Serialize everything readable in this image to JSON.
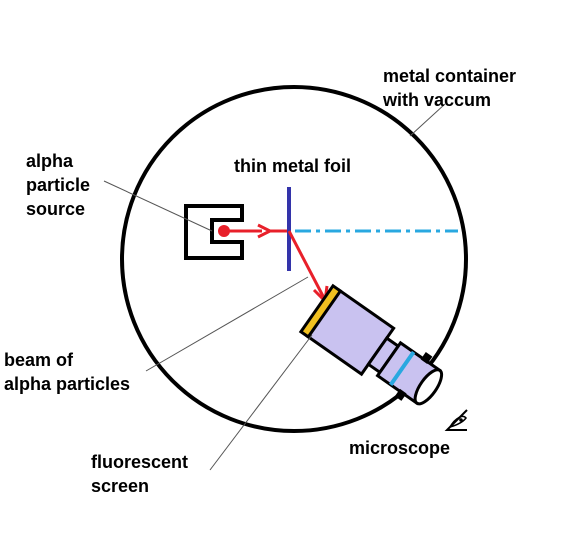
{
  "labels": {
    "container_line1": "metal container",
    "container_line2": "with vaccum",
    "foil": "thin metal foil",
    "source_line1": "alpha",
    "source_line2": "particle",
    "source_line3": "source",
    "beam_line1": "beam of",
    "beam_line2": "alpha particles",
    "screen_line1": "fluorescent",
    "screen_line2": "screen",
    "microscope": "microscope"
  },
  "colors": {
    "outline": "#000000",
    "beam": "#e8202a",
    "foil": "#3333aa",
    "undeflected_path": "#29a8e0",
    "microscope_body": "#c9c2f0",
    "screen": "#f0c020",
    "lens_ring": "#29a8e0"
  },
  "icons": {
    "eye": "eye-icon"
  }
}
